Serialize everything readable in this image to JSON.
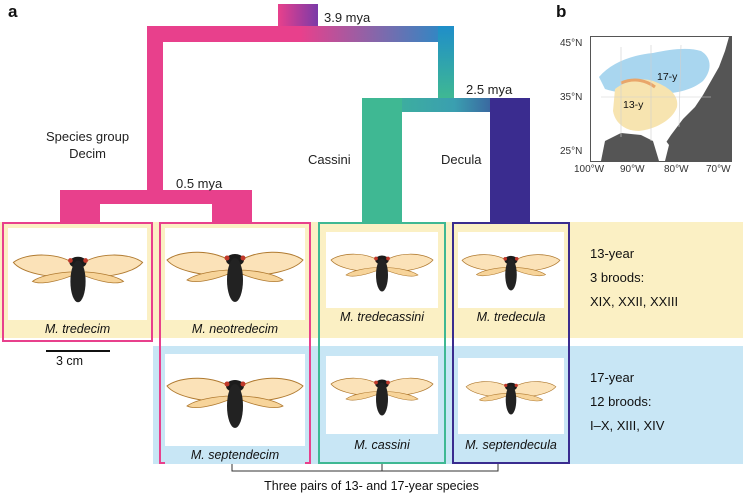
{
  "panels": {
    "a": "a",
    "b": "b"
  },
  "tree": {
    "root_time": "3.9 mya",
    "split_time": "2.5 mya",
    "decim_time": "0.5 mya",
    "group_decim": [
      "Species group",
      "Decim"
    ],
    "group_cassini": "Cassini",
    "group_decula": "Decula",
    "colors": {
      "decim": "#e8408c",
      "cassini": "#3fb893",
      "decula": "#3a2c8f",
      "mid": "#1f8ec9"
    }
  },
  "species": {
    "tredecim": "M. tredecim",
    "neotredecim": "M. neotredecim",
    "tredecassini": "M. tredecassini",
    "tredecula": "M. tredecula",
    "septendecim": "M. septendecim",
    "cassini": "M. cassini",
    "septendecula": "M. septendecula"
  },
  "scale_bar": "3 cm",
  "broods": {
    "y13": {
      "title": "13-year",
      "count": "3 broods:",
      "list": "XIX, XXII, XXIII"
    },
    "y17": {
      "title": "17-year",
      "count": "12 broods:",
      "list": "I–X, XIII, XIV"
    }
  },
  "bottom_caption": "Three pairs of 13- and 17-year species",
  "map": {
    "lat_labels": [
      "45°N",
      "35°N",
      "25°N"
    ],
    "lon_labels": [
      "100°W",
      "90°W",
      "80°W",
      "70°W"
    ],
    "region_17": "17-y",
    "region_13": "13-y",
    "colors": {
      "y17": "#a9d6ef",
      "y13": "#f7e4b0",
      "ocean": "#555555"
    }
  }
}
